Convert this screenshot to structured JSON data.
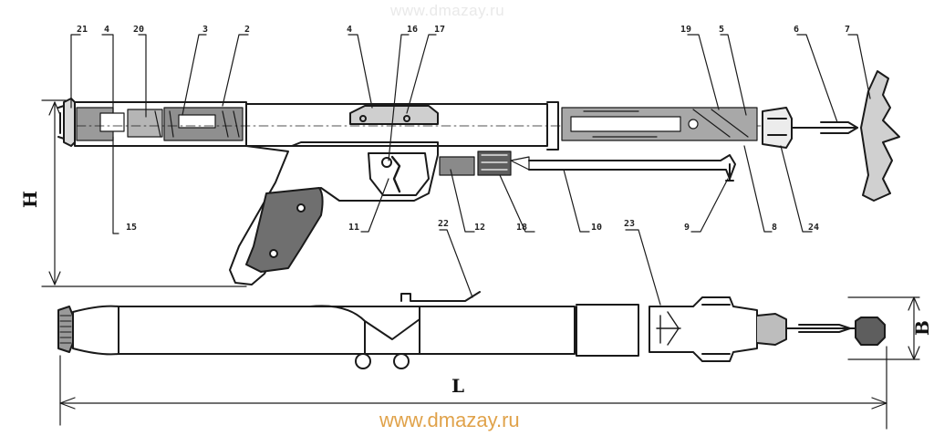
{
  "watermark_top": "www.dmazay.ru",
  "watermark_bottom": "www.dmazay.ru",
  "labels": {
    "l21": "21",
    "l4a": "4",
    "l20": "20",
    "l3": "3",
    "l2": "2",
    "l4b": "4",
    "l16": "16",
    "l17": "17",
    "l19": "19",
    "l5": "5",
    "l6": "6",
    "l7": "7",
    "l15": "15",
    "l11": "11",
    "l12": "12",
    "l18": "18",
    "l10": "10",
    "l9": "9",
    "l8": "8",
    "l24": "24",
    "l22": "22",
    "l23": "23"
  },
  "dimensions": {
    "height": "H",
    "length": "L",
    "width": "B"
  }
}
